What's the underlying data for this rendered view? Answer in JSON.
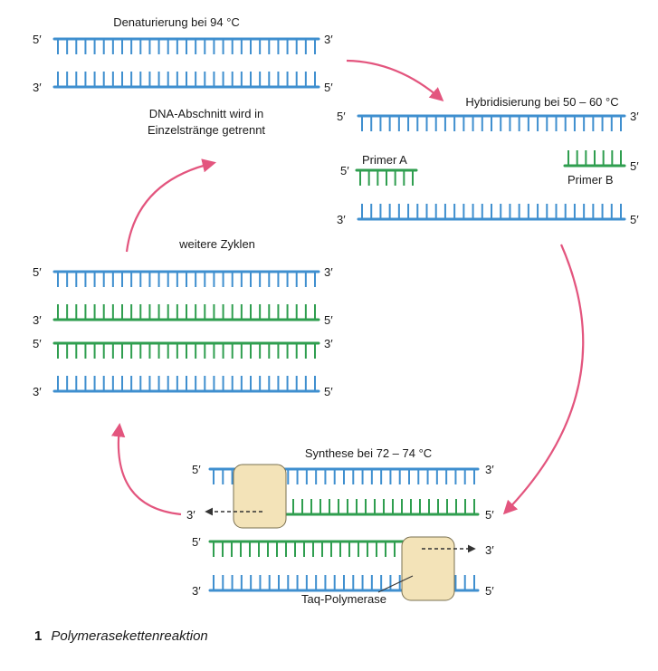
{
  "colors": {
    "blue": "#3f8fcf",
    "green": "#2f9e4f",
    "arrow": "#e3557e",
    "polymerase_fill": "#f3e3b8",
    "polymerase_stroke": "#7a7050"
  },
  "labels": {
    "five_prime": "5′",
    "three_prime": "3′",
    "denaturation": "Denaturierung bei 94 °C",
    "separation_line1": "DNA-Abschnitt wird in",
    "separation_line2": "Einzelstränge getrennt",
    "hybridization": "Hybridisierung bei 50 – 60 °C",
    "primer_a": "Primer A",
    "primer_b": "Primer B",
    "further_cycles": "weitere Zyklen",
    "synthesis": "Synthese bei 72 – 74 °C",
    "taq": "Taq-Polymerase"
  },
  "caption": {
    "number": "1",
    "text": "Polymerasekettenreaktion"
  }
}
